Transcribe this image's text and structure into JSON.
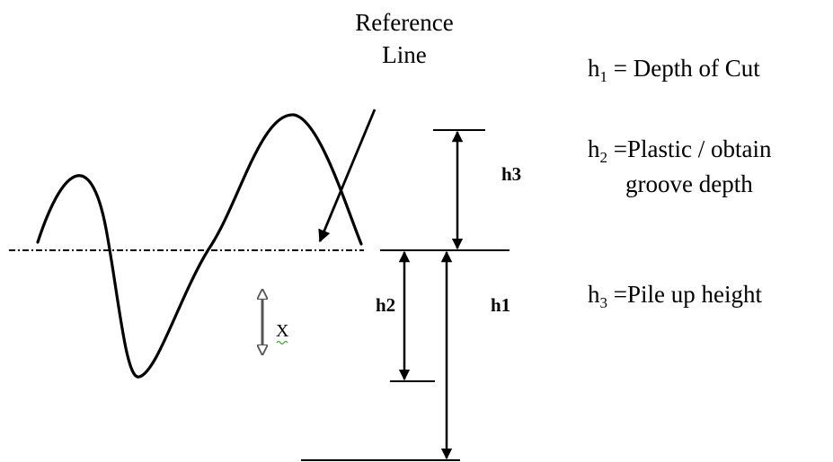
{
  "reference_label": {
    "line1": "Reference",
    "line2": "Line"
  },
  "dimensions": {
    "h3": "h3",
    "h2": "h2",
    "h1": "h1",
    "x": "X"
  },
  "legend": {
    "h1": {
      "base": "h",
      "sub": "1",
      "text": " = Depth of Cut"
    },
    "h2": {
      "base": "h",
      "sub": "2",
      "text": " =Plastic / obtain",
      "line2": "groove depth"
    },
    "h3": {
      "base": "h",
      "sub": "3",
      "text": " =Pile up height"
    }
  },
  "colors": {
    "stroke": "#000000",
    "squiggle": "#4a9e3a"
  }
}
